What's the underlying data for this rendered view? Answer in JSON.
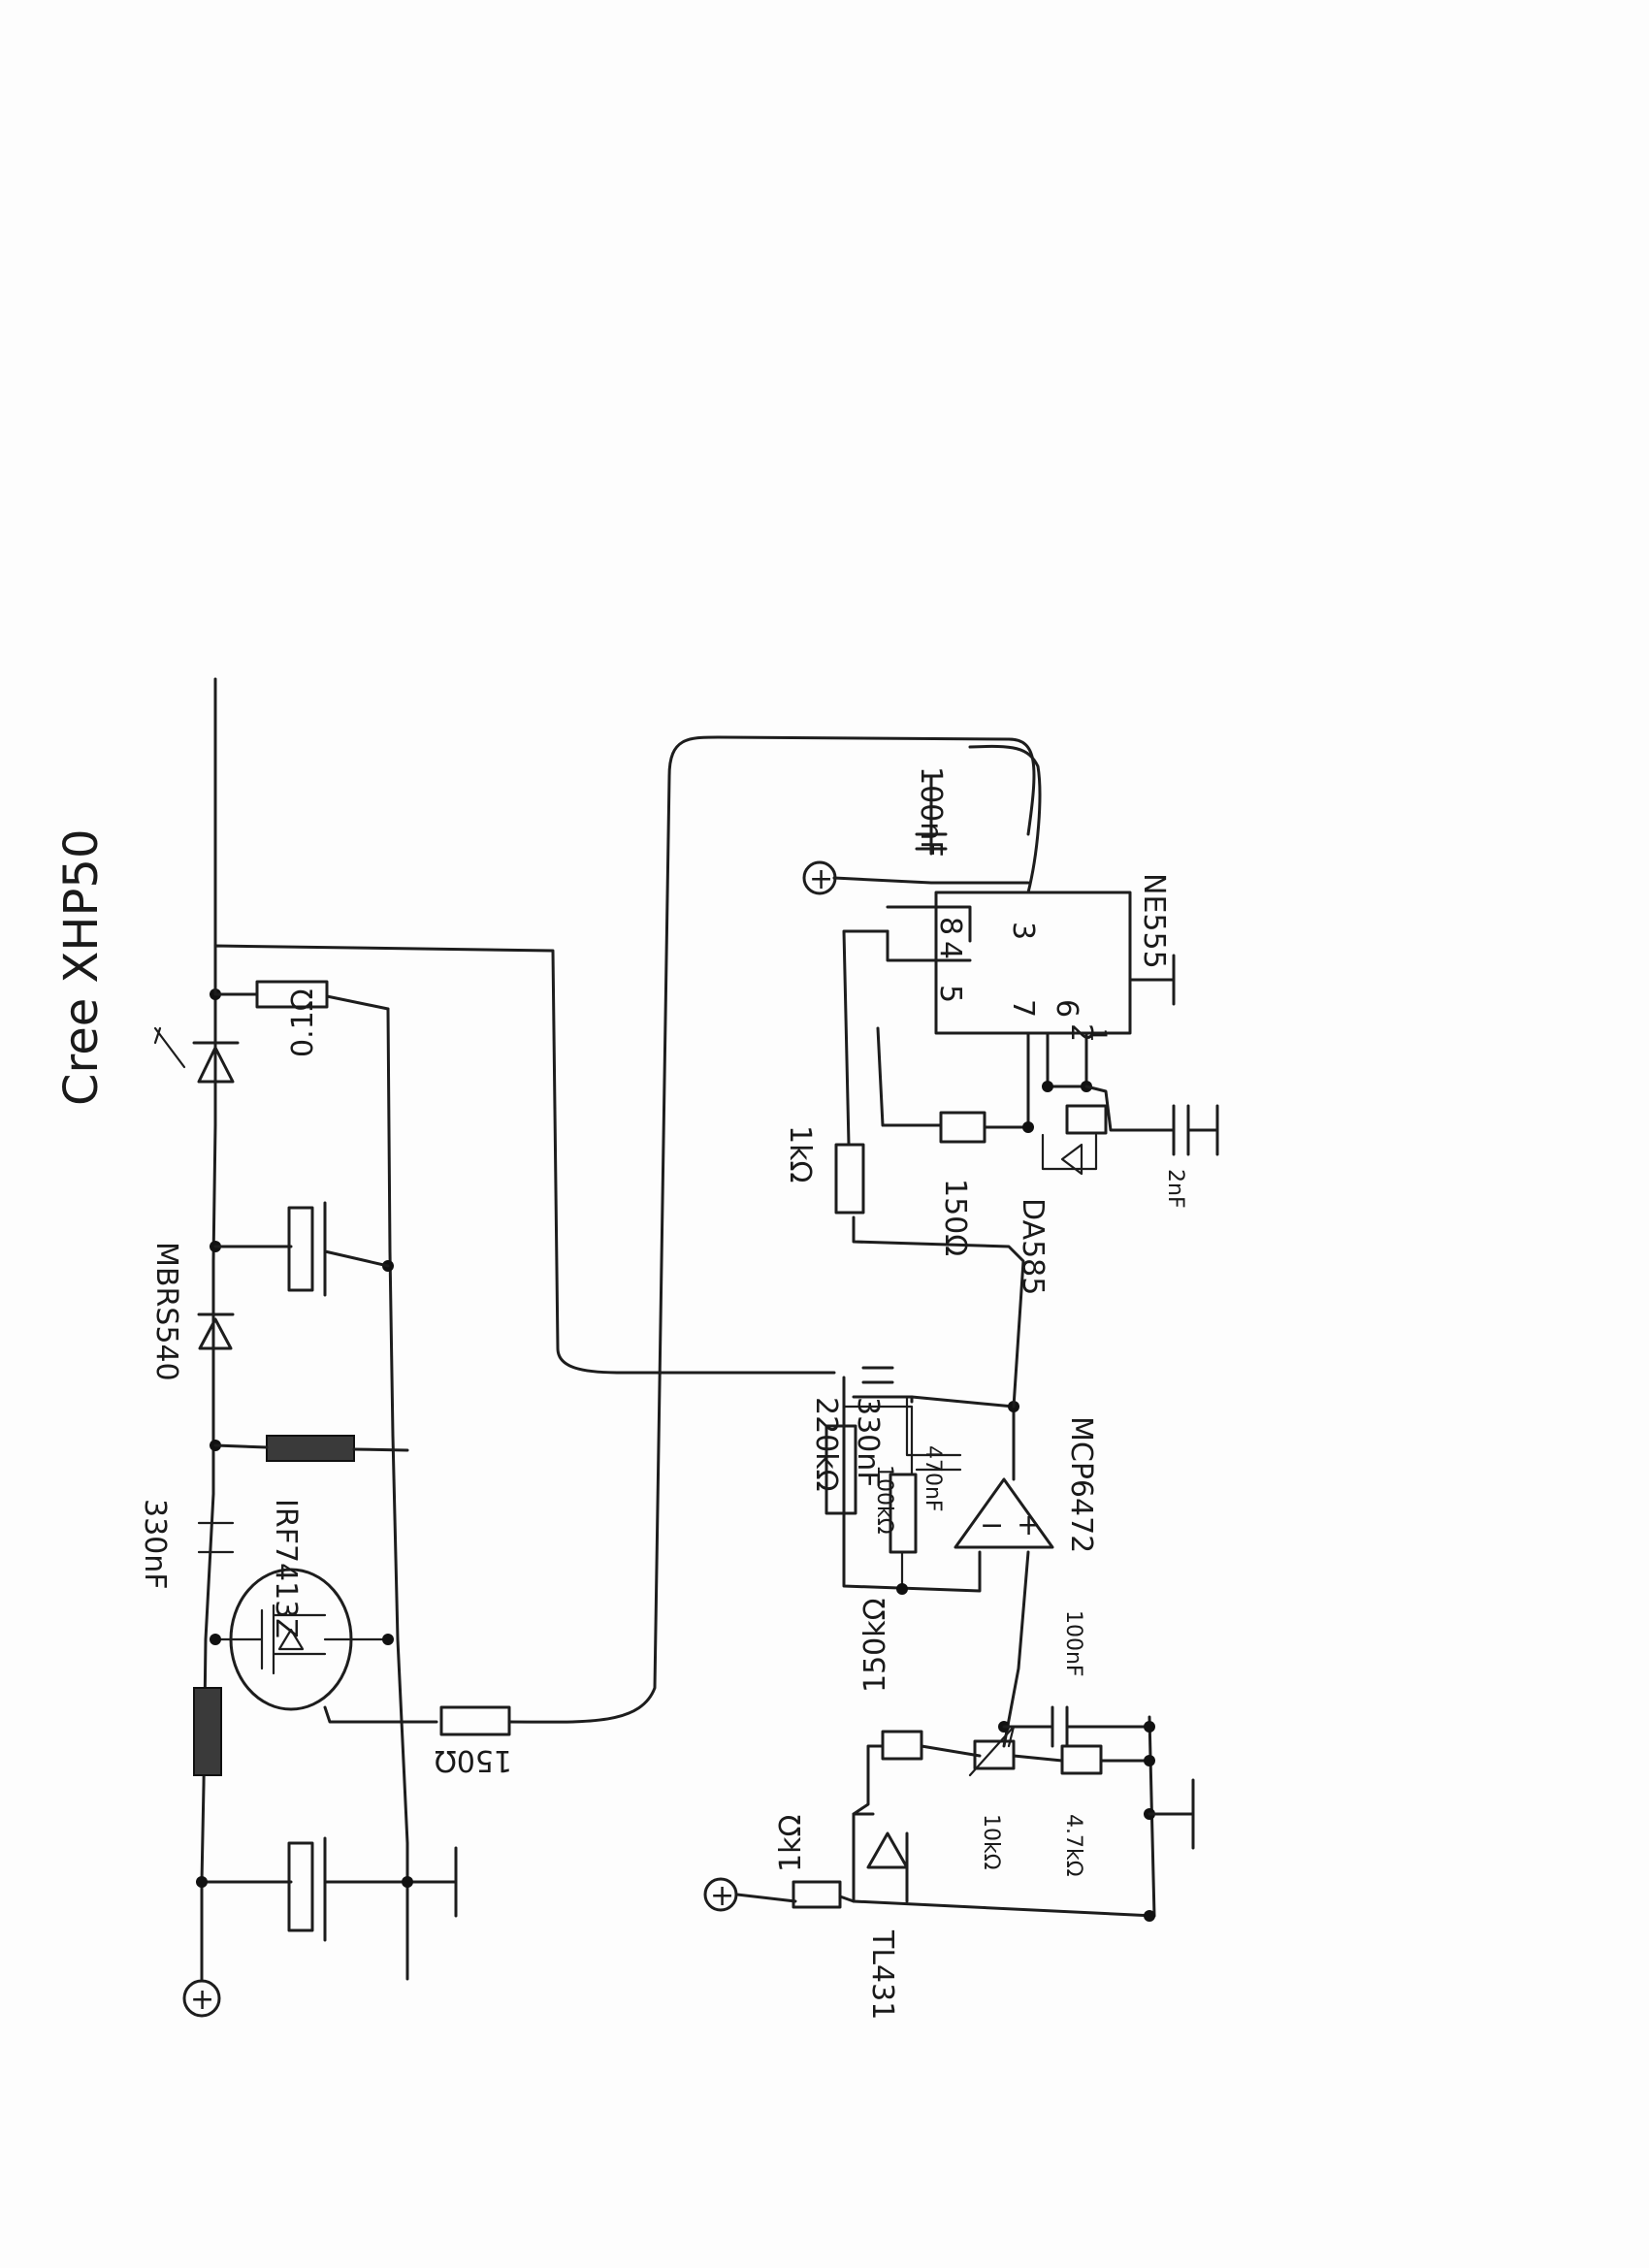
{
  "title": "Cree XHP50",
  "labels": {
    "cap_330nf_left": "330nF",
    "mosfet": "IRF7413Z",
    "diode": "MBRS540",
    "shunt": "0.1Ω",
    "gate_res": "150Ω",
    "r_220k": "220kΩ",
    "r_100k": "100kΩ",
    "cap_330nf_fb": "330nF",
    "cap_470nf": "470nF",
    "opamp": "MCP6472",
    "r_1k_timer": "1kΩ",
    "r_150_timer": "150Ω",
    "cap_timer": "100nF",
    "cap_2nf": "2nF",
    "timer_ic": "NE555",
    "timer_pins": {
      "p5": "5",
      "p4": "4",
      "p8": "8",
      "p3": "3",
      "p7": "7",
      "p6": "6",
      "p2": "2",
      "p1": "1"
    },
    "timer_diode": "DA585",
    "r_1k_ref": "1kΩ",
    "ref_ic": "TL431",
    "r_150k": "150kΩ",
    "r_10k": "10kΩ",
    "r_47k": "4.7kΩ",
    "cap_100nf_ref": "100nF",
    "plus_symbol": "+"
  },
  "colors": {
    "paper": "#fdfdfd",
    "ink": "#1d1d1d"
  }
}
